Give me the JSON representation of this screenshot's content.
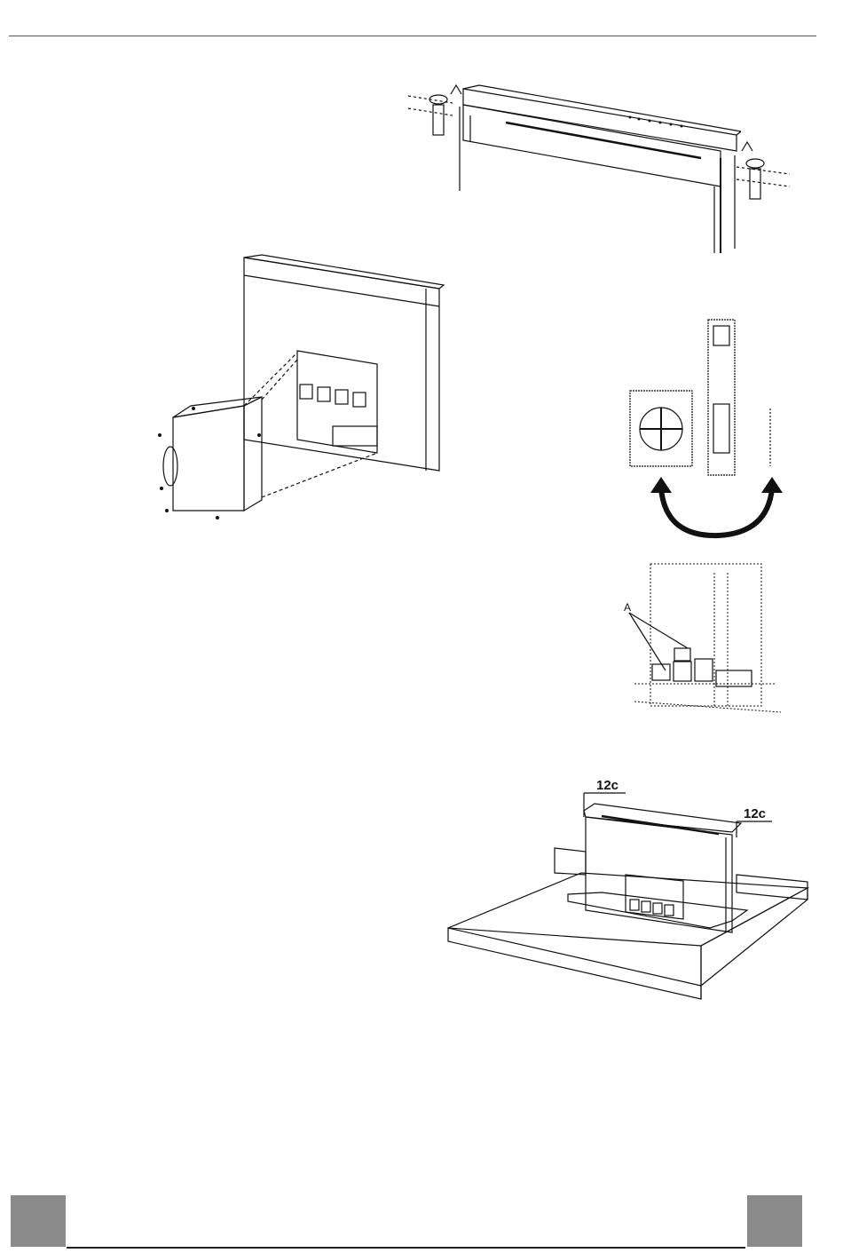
{
  "figures": {
    "fig1": {
      "name": "hood-bracket-mounting"
    },
    "fig2": {
      "name": "motor-box-assembly"
    },
    "fig3": {
      "name": "motor-rotation-option"
    },
    "fig4": {
      "name": "wiring-detail",
      "callout": "A"
    },
    "fig5": {
      "name": "countertop-installation",
      "dim_left": "12c",
      "dim_right": "12c"
    }
  },
  "colors": {
    "line": "#111111",
    "rule": "#555555",
    "footer_tab": "#8a8a8a"
  }
}
